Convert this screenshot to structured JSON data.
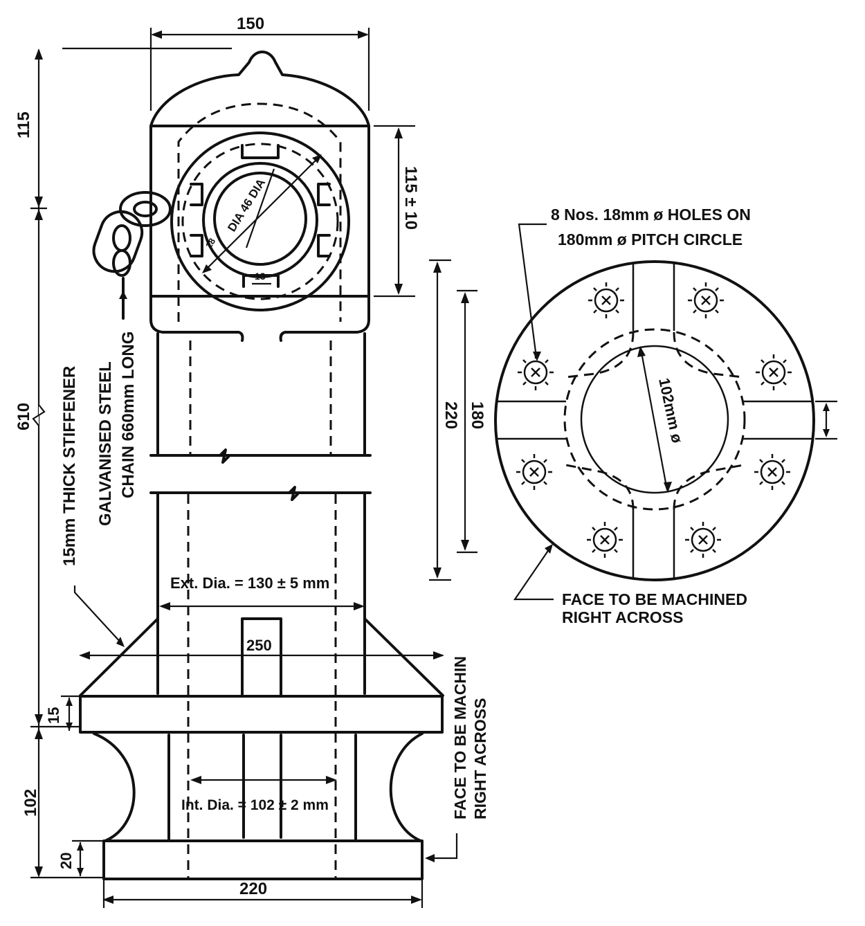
{
  "front_view": {
    "dim_top_width": "150",
    "dim_head_height": "115",
    "dim_chamber_height": "115 ± 10",
    "dim_total_height": "610",
    "dim_inner_dia": "DIA 46 DIA",
    "dim_ring_width": "18",
    "dim_lug_width": "13",
    "chain_label_line1": "GALVANISED STEEL",
    "chain_label_line2": "CHAIN 660mm LONG",
    "stiffener_label": "15mm THICK STIFFENER",
    "ext_dia_label": "Ext. Dia. = 130 ± 5 mm",
    "dim_stiffener_span": "250",
    "dim_flange_thickness": "15",
    "dim_base_height": "102",
    "dim_base_flange": "20",
    "int_dia_label": "Int. Dia. = 102 ± 2 mm",
    "dim_base_width": "220",
    "face_label_line1": "FACE TO BE MACHIN",
    "face_label_line2": "RIGHT ACROSS",
    "dim_220_vertical": "220",
    "dim_180_vertical": "180"
  },
  "flange_view": {
    "holes_label_line1": "8 Nos. 18mm ø HOLES ON",
    "holes_label_line2": "180mm ø PITCH CIRCLE",
    "bore_label": "102mm ø",
    "face_label_line1": "FACE TO BE MACHINED",
    "face_label_line2": "RIGHT ACROSS"
  }
}
